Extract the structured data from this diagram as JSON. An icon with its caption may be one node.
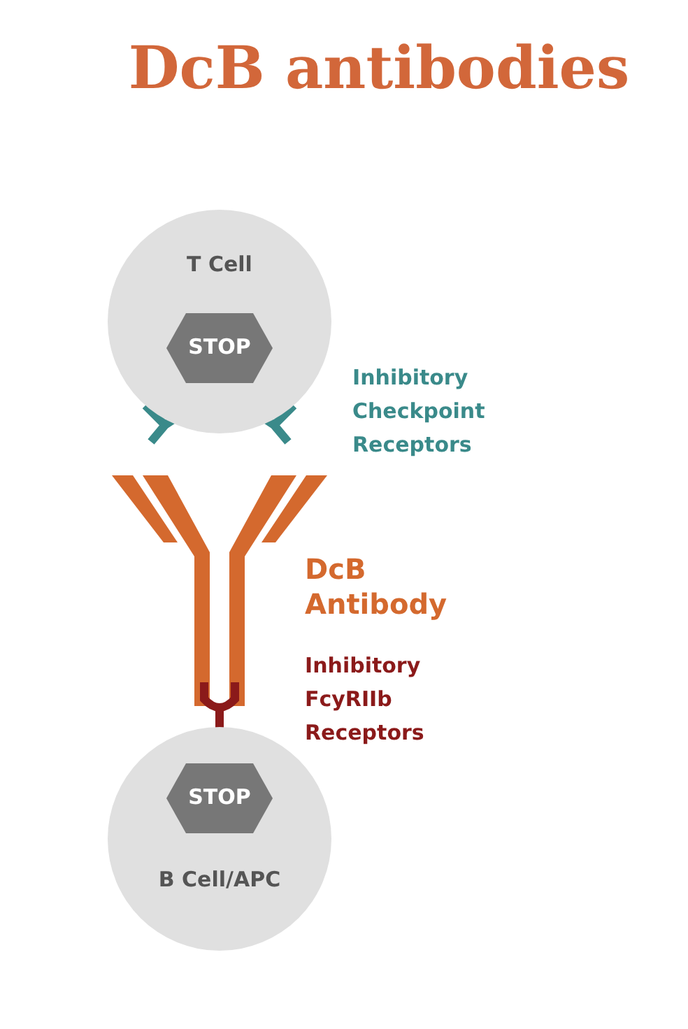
{
  "diagram": {
    "title": "DcB antibodies",
    "nodes": [
      {
        "text": [
          "T Cell"
        ]
      },
      {
        "text": [
          "STOP"
        ],
        "in": 0
      },
      {
        "text": [
          "B Cell/APC"
        ]
      },
      {
        "text": [
          "STOP"
        ],
        "in": 2
      }
    ],
    "edges": [],
    "labels": [
      "Inhibitory Checkpoint Receptors",
      "DcB Antibody",
      "Inhibitory FcyRIIb Receptors"
    ]
  }
}
